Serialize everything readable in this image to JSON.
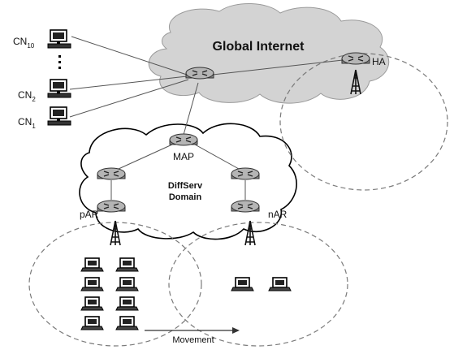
{
  "cloud": {
    "title": "Global Internet"
  },
  "domain": {
    "line1": "DiffServ",
    "line2": "Domain"
  },
  "routers": {
    "map": "MAP",
    "ha": "HA",
    "par": "pAR",
    "nar": "nAR"
  },
  "correspondents": [
    {
      "base": "CN",
      "sub": "10"
    },
    {
      "base": "CN",
      "sub": "2"
    },
    {
      "base": "CN",
      "sub": "1"
    }
  ],
  "movement_label": "Movement",
  "colors": {
    "cloud_fill": "#d3d3d3",
    "router_fill": "#9a9a9a",
    "line": "#555555",
    "dashed": "#7a7a7a"
  }
}
